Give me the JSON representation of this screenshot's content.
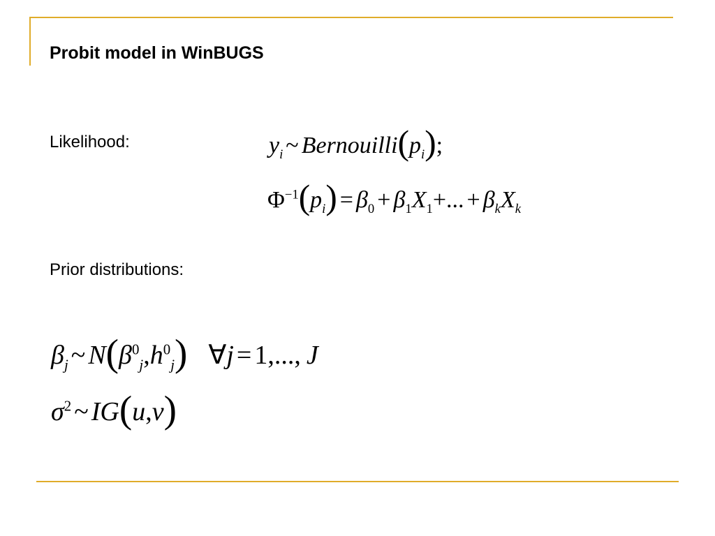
{
  "slide": {
    "title": "Probit model in WinBUGS",
    "likelihood_label": "Likelihood:",
    "prior_label": "Prior distributions:",
    "accent_color": "#e0ac2a"
  },
  "equations": {
    "likelihood_line1": "y_i ~ Bernouilli(p_i);",
    "likelihood_line2": "Φ^{-1}(p_i) = β_0 + β_1 X_1 + ... + β_k X_k",
    "prior_line1": "β_j ~ N(β^0_j, h^0_j)  ∀ j = 1,..., J",
    "prior_line2": "σ^2 ~ IG(u, v)"
  }
}
